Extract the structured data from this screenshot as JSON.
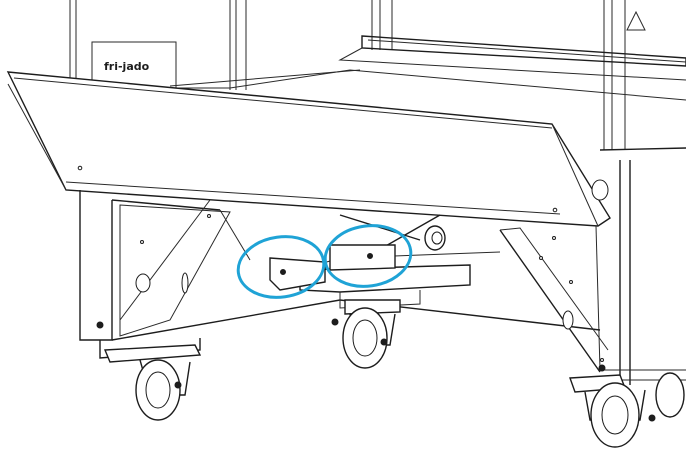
{
  "diagram": {
    "logo_text": "fri-jado",
    "highlight_color": "#1fa3d6",
    "line_color": "#1d1d1d",
    "highlights": [
      {
        "name": "left-bracket-highlight"
      },
      {
        "name": "right-bracket-highlight"
      }
    ]
  }
}
